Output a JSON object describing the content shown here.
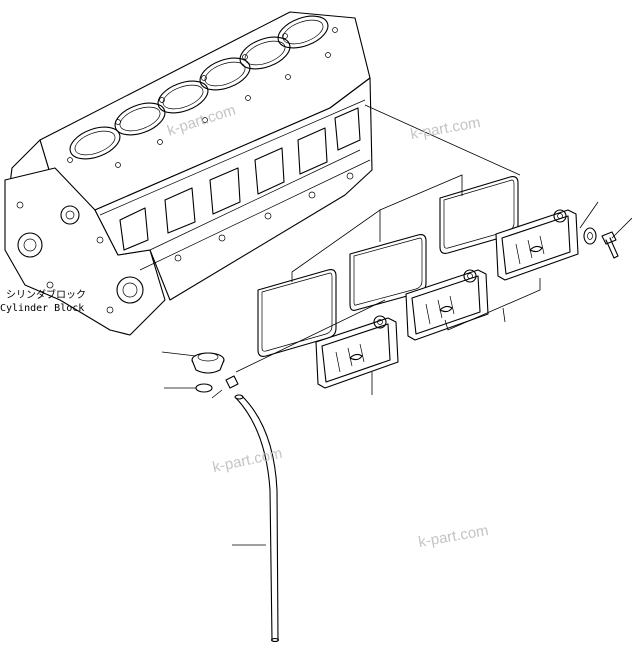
{
  "block_label": {
    "japanese": "シリンダブロック",
    "english": "Cylinder Block"
  },
  "watermarks": [
    "k-part.com",
    "k-part.com",
    "k-part.com",
    "k-part.com"
  ]
}
